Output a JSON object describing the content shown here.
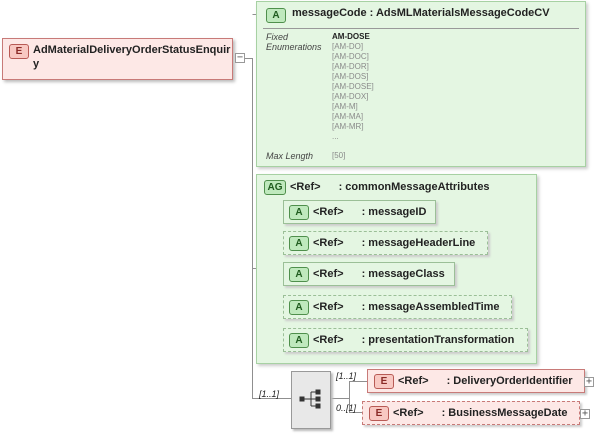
{
  "root": {
    "badge": "E",
    "name": "AdMaterialDeliveryOrderStatusEnquiry"
  },
  "message_code": {
    "badge": "A",
    "title": "messageCode : AdsMLMaterialsMessageCodeCV",
    "fixed_label_1": "Fixed",
    "fixed_label_2": "Enumerations",
    "enumerations": [
      "AM-DOSE",
      "[AM-DO]",
      "[AM-DOC]",
      "[AM-DOR]",
      "[AM-DOS]",
      "[AM-DOSE]",
      "[AM-DOX]",
      "[AM-M]",
      "[AM-MA]",
      "[AM-MR]",
      "..."
    ],
    "max_length_label": "Max Length",
    "max_length_value": "[50]"
  },
  "attribute_group": {
    "badge": "AG",
    "ref": "<Ref>",
    "name": ": commonMessageAttributes",
    "attributes": [
      {
        "badge": "A",
        "ref": "<Ref>",
        "name": ": messageID",
        "optional": false
      },
      {
        "badge": "A",
        "ref": "<Ref>",
        "name": ": messageHeaderLine",
        "optional": true
      },
      {
        "badge": "A",
        "ref": "<Ref>",
        "name": ": messageClass",
        "optional": false
      },
      {
        "badge": "A",
        "ref": "<Ref>",
        "name": ": messageAssembledTime",
        "optional": true
      },
      {
        "badge": "A",
        "ref": "<Ref>",
        "name": ": presentationTransformation",
        "optional": true
      }
    ]
  },
  "sequence": {
    "cardinality": "[1..1]",
    "children": [
      {
        "badge": "E",
        "ref": "<Ref>",
        "name": ": DeliveryOrderIdentifier",
        "cardinality": "[1..1]",
        "optional": false
      },
      {
        "badge": "E",
        "ref": "<Ref>",
        "name": ": BusinessMessageDate",
        "cardinality": "0..[1]",
        "optional": true
      }
    ]
  },
  "colors": {
    "element_fill": "#fde8e6",
    "attribute_fill": "#e4f6e2",
    "connector": "#8f8f8f"
  },
  "icons": {
    "expand": "plus-toggle-icon",
    "collapse": "minus-toggle-icon",
    "sequence": "sequence-compositor-icon"
  }
}
